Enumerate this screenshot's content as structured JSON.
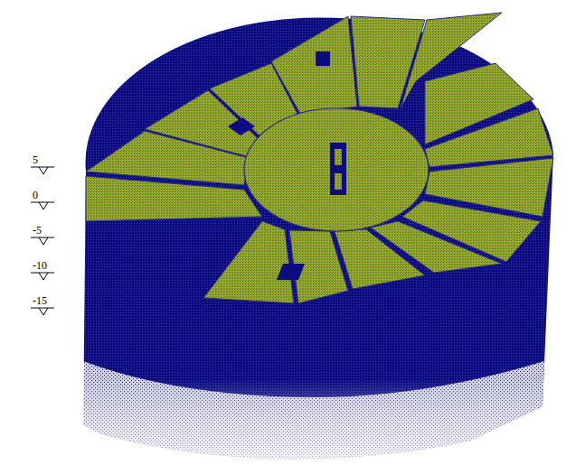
{
  "diagram": {
    "labels": [
      "5",
      "0",
      "-5",
      "-10",
      "-15"
    ]
  }
}
